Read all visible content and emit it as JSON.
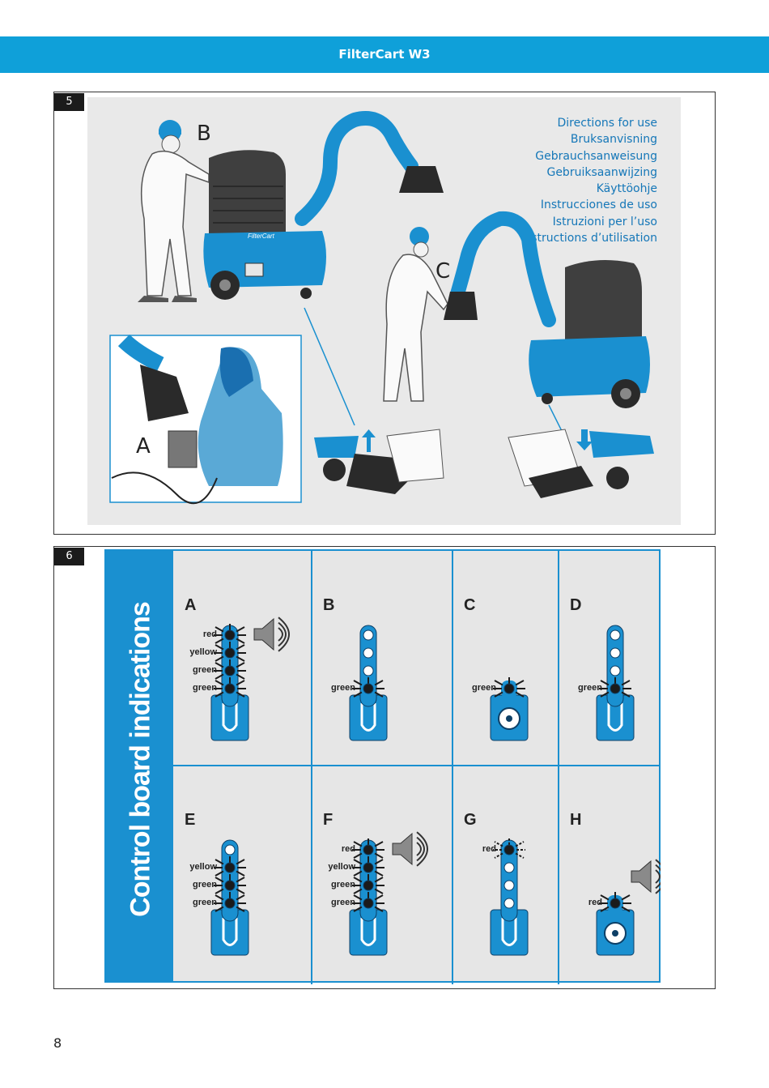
{
  "header": {
    "title": "FilterCart W3"
  },
  "section5": {
    "number": "5",
    "languages": [
      "Directions for use",
      "Bruksanvisning",
      "Gebrauchsanweisung",
      "Gebruiksaanwijzing",
      "Käyttöohje",
      "Instrucciones de uso",
      "Istruzioni per l’uso",
      "Instructions d’utilisation"
    ],
    "figure_labels": {
      "a": "A",
      "b": "B",
      "c": "C"
    },
    "brand_marking": "FilterCart"
  },
  "section6": {
    "number": "6",
    "title": "Control board indications",
    "cells": [
      {
        "letter": "A",
        "labels": [
          "red",
          "yellow",
          "green",
          "green"
        ]
      },
      {
        "letter": "B",
        "labels": [
          "green"
        ]
      },
      {
        "letter": "C",
        "labels": [
          "green"
        ]
      },
      {
        "letter": "D",
        "labels": [
          "green"
        ]
      },
      {
        "letter": "E",
        "labels": [
          "yellow",
          "green",
          "green"
        ]
      },
      {
        "letter": "F",
        "labels": [
          "red",
          "yellow",
          "green",
          "green"
        ]
      },
      {
        "letter": "G",
        "labels": [
          "red"
        ]
      },
      {
        "letter": "H",
        "labels": [
          "red"
        ]
      }
    ]
  },
  "footer": {
    "page_number": "8"
  }
}
